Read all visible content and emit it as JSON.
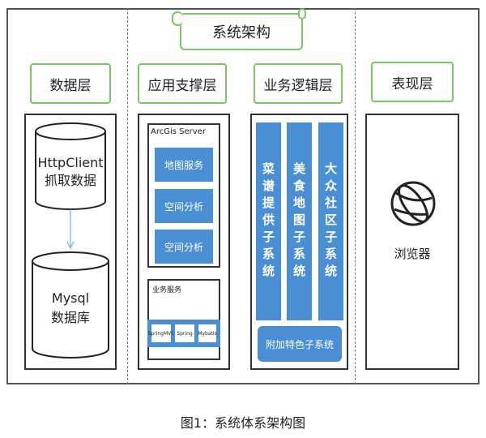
{
  "title": "系统架构",
  "caption": "图1：系统体系架构图",
  "layers": {
    "data": "数据层",
    "app": "应用支撑层",
    "biz": "业务逻辑层",
    "view": "表现层"
  },
  "data_layer": {
    "top_cylinder": {
      "line1": "HttpClient",
      "line2": "抓取数据"
    },
    "bottom_cylinder": {
      "line1": "Mysql",
      "line2": "数据库"
    }
  },
  "app_layer": {
    "arcgis_title": "ArcGis Server",
    "arcgis_items": [
      "地图服务",
      "空间分析",
      "空间分析"
    ],
    "biz_service_title": "业务服务",
    "biz_service_items": [
      "SpringMVC",
      "Spring",
      "Mybatis"
    ]
  },
  "biz_layer": {
    "columns": [
      "菜谱提供子系统",
      "美食地图子系统",
      "大众社区子系统"
    ],
    "bottom": "附加特色子系统"
  },
  "view_layer": {
    "browser_label": "浏览器",
    "icon": "globe-icon"
  },
  "colors": {
    "accent_green": "#7cc36b",
    "block_blue": "#4a8fd4"
  }
}
